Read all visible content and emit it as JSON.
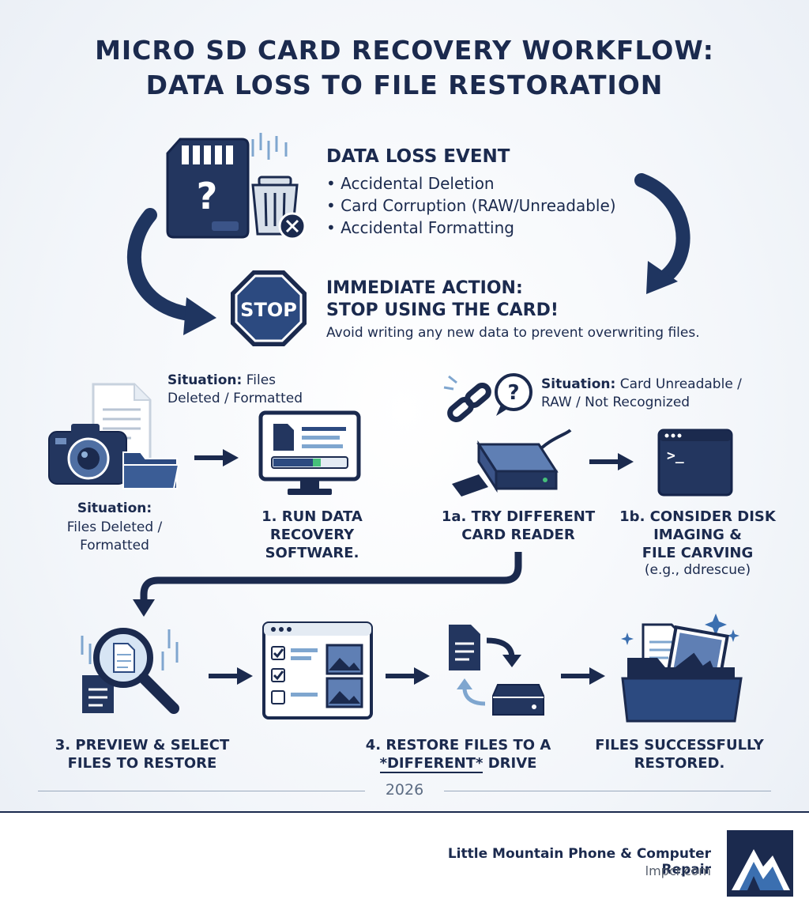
{
  "title": {
    "line1": "MICRO SD CARD RECOVERY WORKFLOW:",
    "line2": "DATA LOSS TO FILE RESTORATION"
  },
  "data_loss": {
    "heading": "DATA LOSS EVENT",
    "items": [
      "Accidental Deletion",
      "Card Corruption (RAW/Unreadable)",
      "Accidental Formatting"
    ]
  },
  "immediate": {
    "heading1": "IMMEDIATE ACTION:",
    "heading2": "STOP USING THE CARD!",
    "note": "Avoid writing any new data to prevent overwriting files.",
    "sign_text": "STOP"
  },
  "situation_a": {
    "label": "Situation:",
    "text_top_1": "Files",
    "text_top_2": "Deleted / Formatted",
    "text_bottom_1": "Files Deleted /",
    "text_bottom_2": "Formatted"
  },
  "situation_b": {
    "label": "Situation:",
    "text_1": "Card Unreadable /",
    "text_2": "RAW / Not Recognized"
  },
  "steps": {
    "s1": [
      "1. RUN DATA",
      "RECOVERY SOFTWARE."
    ],
    "s1a": [
      "1a. TRY DIFFERENT",
      "CARD READER"
    ],
    "s1b": [
      "1b. CONSIDER DISK",
      "IMAGING &",
      "FILE CARVING"
    ],
    "s1b_note": "(e.g., ddrescue)",
    "s3": [
      "3. PREVIEW & SELECT",
      "FILES TO RESTORE"
    ],
    "s4_line1": "4. RESTORE FILES TO A",
    "s4_line2_em": "*DIFFERENT*",
    "s4_line2_rest": " DRIVE",
    "s5": [
      "FILES SUCCESSFULLY",
      "RESTORED."
    ]
  },
  "terminal_prompt": ">_",
  "year": "2026",
  "footer": {
    "brand": "Little Mountain Phone & Computer Repair",
    "site": "lmpcr.com"
  },
  "icons": [
    "sd-card-question-icon",
    "trash-x-icon",
    "stop-sign-icon",
    "camera-icon",
    "document-icon",
    "folder-icon",
    "monitor-icon",
    "broken-link-icon",
    "question-bubble-icon",
    "card-reader-icon",
    "terminal-icon",
    "magnifier-icon",
    "file-list-icon",
    "file-transfer-icon",
    "folder-files-icon",
    "logo-icon"
  ],
  "colors": {
    "navy": "#1b2a4e",
    "blue": "#2f4f82",
    "light_blue": "#7fa6cf",
    "accent_green": "#46c07a",
    "accent_star": "#3b6fb0"
  }
}
